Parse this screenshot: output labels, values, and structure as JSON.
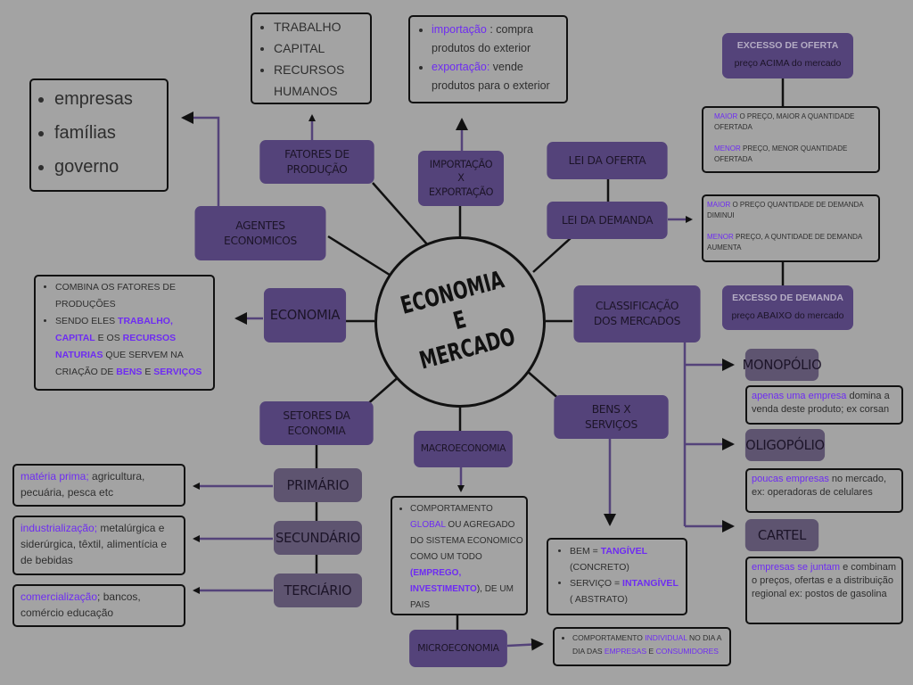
{
  "center": {
    "title": "ECONOMIA E MERCADO"
  },
  "colors": {
    "background": "#a3a3a3",
    "node": "#54437a",
    "node_light": "#5e5470",
    "highlight": "#6e2cf2"
  },
  "agents": {
    "label": "AGENTES ECONOMICOS",
    "items": [
      "empresas",
      "famílias",
      "governo"
    ]
  },
  "fatores": {
    "label": "FATORES DE PRODUÇÃO",
    "items": [
      "TRABALHO",
      "CAPITAL",
      "RECURSOS HUMANOS"
    ]
  },
  "impexp": {
    "label": "IMPORTAÇÃO X EXPORTAÇÃO",
    "items": [
      [
        {
          "t": "importação",
          "hl": true
        },
        {
          "t": " : compra produtos do exterior"
        }
      ],
      [
        {
          "t": "exportação:",
          "hl": true
        },
        {
          "t": "  vende produtos para o exterior"
        }
      ]
    ]
  },
  "oferta": {
    "label": "LEI DA OFERTA",
    "excess_title": "EXCESSO DE OFERTA",
    "excess_text": "preço ACIMA  do mercado",
    "items": [
      [
        {
          "t": "MAIOR",
          "hl": true
        },
        {
          "t": " O PREÇO, MAIOR A QUANTIDADE OFERTADA"
        }
      ],
      [
        {
          "t": "MENOR",
          "hl": true
        },
        {
          "t": " PREÇO, MENOR QUANTIDADE OFERTADA"
        }
      ]
    ]
  },
  "demanda": {
    "label": "LEI DA DEMANDA",
    "excess_title": "EXCESSO DE DEMANDA",
    "excess_text": "preço ABAIXO  do mercado",
    "items": [
      [
        {
          "t": "MAIOR",
          "hl": true
        },
        {
          "t": " O PREÇO QUANTIDADE DE DEMANDA DIMINUI"
        }
      ],
      [
        {
          "t": "MENOR",
          "hl": true
        },
        {
          "t": " PREÇO, A QUNTIDADE DE DEMANDA AUMENTA"
        }
      ]
    ]
  },
  "economia": {
    "label": "ECONOMIA",
    "items": [
      [
        {
          "t": "COMBINA OS FATORES DE PRODUÇÕES"
        }
      ],
      [
        {
          "t": "SENDO ELES "
        },
        {
          "t": "TRABALHO, CAPITAL",
          "hl": true,
          "b": true
        },
        {
          "t": " E OS "
        },
        {
          "t": "RECURSOS NATURIAS",
          "hl": true,
          "b": true
        },
        {
          "t": "  QUE SERVEM NA CRIAÇÃO DE "
        },
        {
          "t": "BENS",
          "hl": true,
          "b": true
        },
        {
          "t": " E "
        },
        {
          "t": "SERVIÇOS",
          "hl": true,
          "b": true
        }
      ]
    ]
  },
  "classificacao": {
    "label": "CLASSIFICAÇÃO DOS MERCADOS",
    "types": [
      {
        "label": "MONOPÓLIO",
        "desc": [
          {
            "t": "apenas uma empresa",
            "hl": true
          },
          {
            "t": " domina a venda deste produto; ex corsan"
          }
        ]
      },
      {
        "label": "OLIGOPÓLIO",
        "desc": [
          {
            "t": "poucas empresas",
            "hl": true
          },
          {
            "t": " no mercado, ex: operadoras de celulares"
          }
        ]
      },
      {
        "label": "CARTEL",
        "desc": [
          {
            "t": " empresas se juntam",
            "hl": true
          },
          {
            "t": " e combinam o preços, ofertas e a distribuição regional  ex: postos de gasolina"
          }
        ]
      }
    ]
  },
  "bens": {
    "label": "BENS X SERVIÇOS",
    "items": [
      [
        {
          "t": "BEM = "
        },
        {
          "t": "TANGÍVEL",
          "hl": true,
          "b": true
        },
        {
          "t": " (CONCRETO)"
        }
      ],
      [
        {
          "t": "SERVIÇO = "
        },
        {
          "t": "INTANGÍVEL",
          "hl": true,
          "b": true
        },
        {
          "t": " ( ABSTRATO)"
        }
      ]
    ]
  },
  "macro": {
    "label": "MACROECONOMIA",
    "items": [
      [
        {
          "t": "COMPORTAMENTO "
        },
        {
          "t": "GLOBAL",
          "hl": true
        },
        {
          "t": " OU AGREGADO DO SISTEMA ECONOMICO COMO UM TODO "
        },
        {
          "t": "(EMPREGO, INVESTIMENTO",
          "hl": true,
          "b": true
        },
        {
          "t": "), DE UM PAIS"
        }
      ]
    ]
  },
  "micro": {
    "label": "MICROECONOMIA",
    "items": [
      [
        {
          "t": "COMPORTAMENTO  "
        },
        {
          "t": "INDIVIDUAL",
          "hl": true
        },
        {
          "t": " NO DIA A DIA  DAS "
        },
        {
          "t": "EMPRESAS",
          "hl": true
        },
        {
          "t": "  E "
        },
        {
          "t": "CONSUMIDORES",
          "hl": true
        }
      ]
    ]
  },
  "setores": {
    "label": "SETORES DA ECONOMIA",
    "items": [
      {
        "label": "PRIMÁRIO",
        "desc": [
          {
            "t": "matéria prima;",
            "hl": true
          },
          {
            "t": " agricultura, pecuária, pesca etc"
          }
        ]
      },
      {
        "label": "SECUNDÁRIO",
        "desc": [
          {
            "t": "industrialização;",
            "hl": true
          },
          {
            "t": " metalúrgica e siderúrgica, têxtil, alimentícia e de bebidas"
          }
        ]
      },
      {
        "label": "TERCIÁRIO",
        "desc": [
          {
            "t": "comercialização",
            "hl": true
          },
          {
            "t": "; bancos, comércio educação"
          }
        ]
      }
    ]
  }
}
